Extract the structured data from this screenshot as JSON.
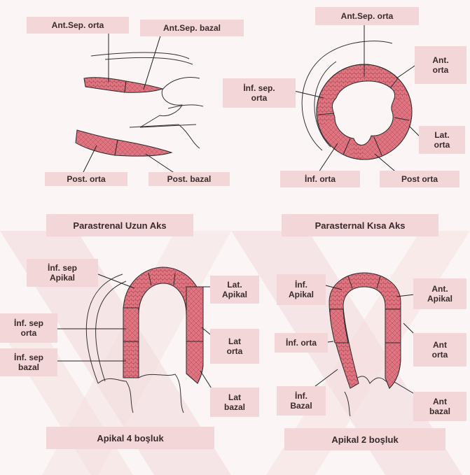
{
  "colors": {
    "myocardium": "#e07582",
    "background_stripe": "#f3dbdc",
    "label_bg": "#f2d6d8",
    "outline": "#2a2a2a"
  },
  "plax": {
    "title": "Parastrenal Uzun Aks",
    "labels": {
      "ant_sep_orta": "Ant.Sep. orta",
      "ant_sep_bazal": "Ant.Sep. bazal",
      "post_orta": "Post. orta",
      "post_bazal": "Post. bazal"
    }
  },
  "psax": {
    "title": "Parasternal Kısa Aks",
    "labels": {
      "ant_sep_orta": "Ant.Sep. orta",
      "ant_orta": "Ant.\norta",
      "inf_sep_orta": "İnf. sep.\norta",
      "lat_orta": "Lat.\norta",
      "inf_orta": "İnf. orta",
      "post_orta": "Post orta"
    }
  },
  "a4c": {
    "title": "Apikal 4 boşluk",
    "labels": {
      "inf_sep_apikal": "İnf. sep\nApikal",
      "inf_sep_orta": "İnf. sep\norta",
      "inf_sep_bazal": "İnf. sep\nbazal",
      "lat_apikal": "Lat.\nApikal",
      "lat_orta": "Lat\norta",
      "lat_bazal": "Lat\nbazal"
    }
  },
  "a2c": {
    "title": "Apikal 2 boşluk",
    "labels": {
      "inf_apikal": "İnf.\nApikal",
      "inf_orta": "İnf. orta",
      "inf_bazal": "İnf.\nBazal",
      "ant_apikal": "Ant.\nApikal",
      "ant_orta": "Ant\norta",
      "ant_bazal": "Ant\nbazal"
    }
  }
}
